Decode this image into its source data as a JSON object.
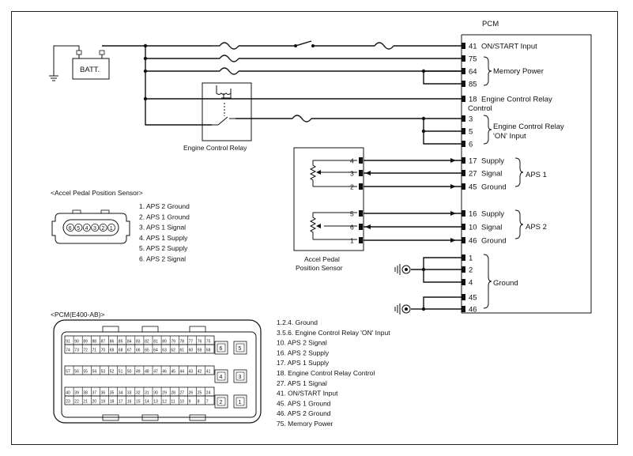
{
  "pcm": {
    "title": "PCM",
    "pins": [
      {
        "num": "41",
        "label": "ON/START Input"
      },
      {
        "num": "75",
        "label": ""
      },
      {
        "num": "64",
        "label": ""
      },
      {
        "num": "85",
        "label": ""
      },
      {
        "num": "18",
        "label": "Engine Control Relay"
      },
      {
        "num": "3",
        "label": ""
      },
      {
        "num": "5",
        "label": ""
      },
      {
        "num": "6",
        "label": ""
      },
      {
        "num": "17",
        "label": "Supply"
      },
      {
        "num": "27",
        "label": "Signal"
      },
      {
        "num": "45",
        "label": "Ground"
      },
      {
        "num": "16",
        "label": "Supply"
      },
      {
        "num": "10",
        "label": "Signal"
      },
      {
        "num": "46",
        "label": "Ground"
      },
      {
        "num": "1",
        "label": ""
      },
      {
        "num": "2",
        "label": ""
      },
      {
        "num": "4",
        "label": ""
      },
      {
        "num": "45",
        "label": ""
      },
      {
        "num": "46",
        "label": ""
      }
    ],
    "pin18_line2": "Control",
    "groups": {
      "memory_power": "Memory Power",
      "ecr_on_line1": "Engine Control Relay",
      "ecr_on_line2": "'ON' Input",
      "aps1": "APS 1",
      "aps2": "APS 2",
      "ground": "Ground"
    }
  },
  "battery_label": "BATT.",
  "relay_label": "Engine Control Relay",
  "aps_sensor": {
    "label_line1": "Accel Pedal",
    "label_line2": "Position Sensor",
    "pins": [
      "4",
      "3",
      "2",
      "5",
      "6",
      "1"
    ]
  },
  "aps_connector": {
    "title": "<Accel Pedal Position Sensor>",
    "pin_list": [
      "1. APS 2 Ground",
      "2. APS 1 Ground",
      "3. APS 1 Signal",
      "4. APS 1 Supply",
      "5. APS 2 Supply",
      "6. APS 2 Signal"
    ],
    "face_pins": [
      "6",
      "5",
      "4",
      "3",
      "2",
      "1"
    ]
  },
  "pcm_connector": {
    "title": "<PCM(E400-AB)>",
    "row1": [
      "91",
      "90",
      "89",
      "88",
      "87",
      "86",
      "85",
      "84",
      "83",
      "82",
      "81",
      "80",
      "79",
      "78",
      "77",
      "76",
      "75"
    ],
    "row2": [
      "74",
      "73",
      "72",
      "71",
      "70",
      "69",
      "68",
      "67",
      "66",
      "65",
      "64",
      "63",
      "62",
      "61",
      "60",
      "59",
      "58"
    ],
    "row3": [
      "57",
      "56",
      "55",
      "54",
      "53",
      "52",
      "51",
      "50",
      "49",
      "48",
      "47",
      "46",
      "45",
      "44",
      "43",
      "42",
      "41"
    ],
    "row4": [
      "40",
      "39",
      "38",
      "37",
      "36",
      "35",
      "34",
      "33",
      "32",
      "31",
      "30",
      "29",
      "28",
      "27",
      "26",
      "25",
      "24"
    ],
    "row5": [
      "23",
      "22",
      "21",
      "20",
      "19",
      "18",
      "17",
      "16",
      "15",
      "14",
      "13",
      "12",
      "11",
      "10",
      "9",
      "8",
      "7"
    ],
    "big_pins": [
      "6",
      "5",
      "4",
      "3",
      "2",
      "1"
    ],
    "legend": [
      "1.2.4. Ground",
      "3.5.6. Engine Control Relay 'ON' Input",
      "10. APS 2 Signal",
      "16. APS 2 Supply",
      "17. APS 1 Supply",
      "18. Engine Control Relay Control",
      "27. APS 1 Signal",
      "41. ON/START Input",
      "45. APS 1 Ground",
      "46. APS 2 Ground",
      "75. Memory Power"
    ]
  }
}
